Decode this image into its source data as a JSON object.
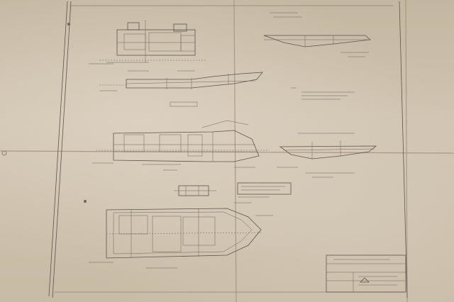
{
  "drawing": {
    "paper_color": "#cfc3b0",
    "ink_color": "#5d554c",
    "views": [
      "plan-detail-top",
      "side-elevation-top-right",
      "profile-section",
      "elevation-middle",
      "elevation-right",
      "small-detail",
      "notes-box",
      "hull-plan-bottom",
      "title-block"
    ]
  }
}
